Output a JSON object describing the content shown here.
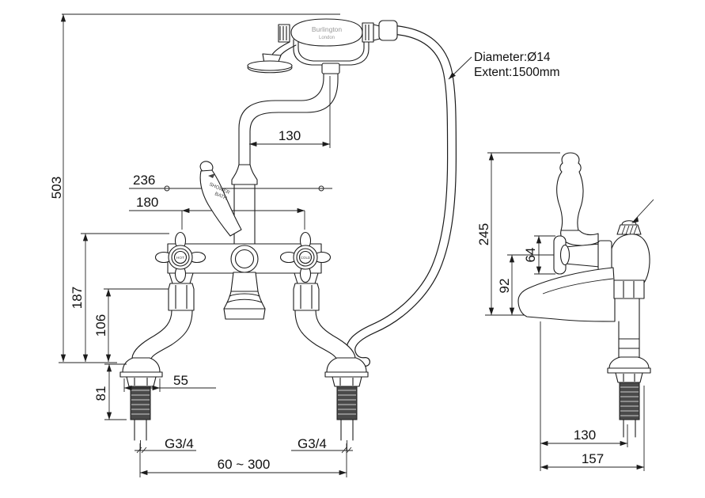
{
  "colors": {
    "line": "#1c1c1c",
    "background": "#ffffff",
    "brand_text": "#999999"
  },
  "note": {
    "line1": "Diameter:Ø14",
    "line2": "Extent:1500mm"
  },
  "labels": {
    "brand1": "Burlington",
    "brand2": "London",
    "lever1": "SHOWER",
    "lever2": "BATH",
    "hot": "HOT",
    "cold": "COLD"
  },
  "front": {
    "height": "503",
    "reach": "130",
    "w236": "236",
    "w180": "180",
    "h187": "187",
    "h106": "106",
    "h81": "81",
    "w55": "55",
    "thread_left": "G3/4",
    "thread_right": "G3/4",
    "centres": "60 ~ 300"
  },
  "side": {
    "h245": "245",
    "h64": "64",
    "h92": "92",
    "d130": "130",
    "d157": "157"
  }
}
